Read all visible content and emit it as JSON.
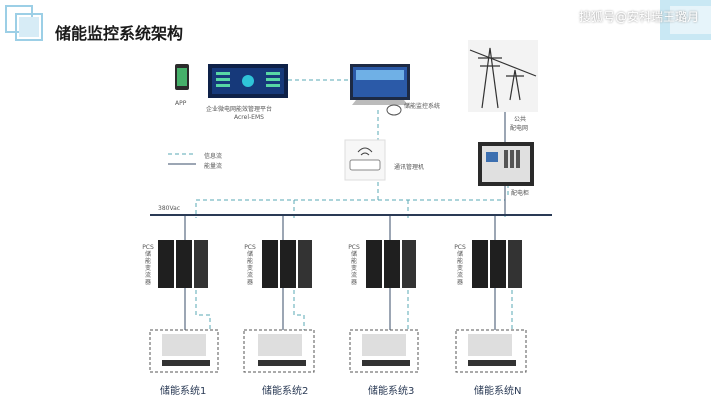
{
  "header": {
    "title": "储能监控系统架构",
    "watermark": "搜狐号@安科瑞王璐月"
  },
  "top": {
    "app_label": "APP",
    "platform_label_1": "企业微电网能效管理平台",
    "platform_label_2": "Acrel-EMS",
    "monitor_label": "储能监控系统",
    "public_grid_label_1": "公共",
    "public_grid_label_2": "配电网",
    "gateway_label": "通讯管理机",
    "cabinet_label": "配电柜"
  },
  "legend": {
    "info_flow": "信息流",
    "energy_flow": "能量流"
  },
  "bus": {
    "label": "380Vac"
  },
  "pcs": {
    "label": [
      "PCS",
      "储",
      "能",
      "变",
      "流",
      "器"
    ]
  },
  "systems": [
    {
      "name": "储能系统1"
    },
    {
      "name": "储能系统2"
    },
    {
      "name": "储能系统3"
    },
    {
      "name": "储能系统N"
    }
  ],
  "colors": {
    "info_flow": "#5aa8b5",
    "energy_flow": "#3a4d6a",
    "bus": "#2a3a55"
  }
}
